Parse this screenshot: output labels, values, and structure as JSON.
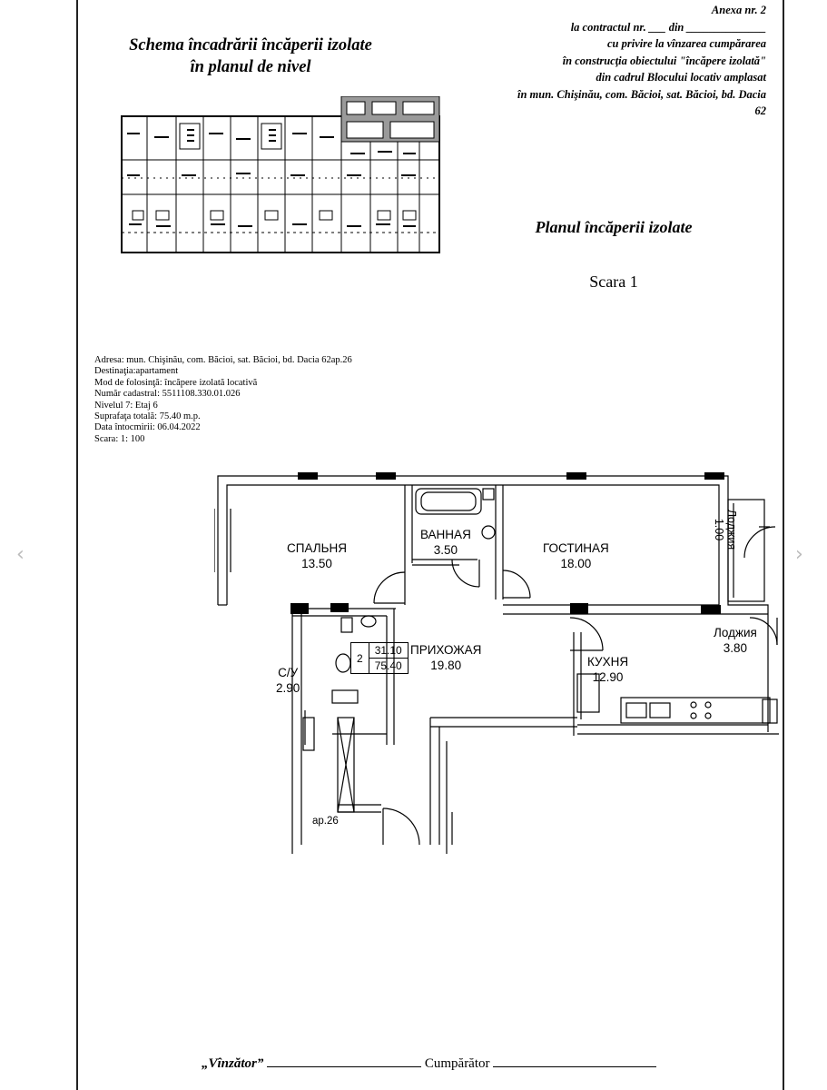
{
  "viewer": {
    "prev_icon": "chevron-left-icon",
    "next_icon": "chevron-right-icon"
  },
  "annex": {
    "number": "Anexa nr. 2",
    "contract": "la contractul nr. ___ din ______________",
    "regarding": "cu privire la vînzarea cumpărarea",
    "construction": "în construcţia obiectului \"încăpere izolată\"",
    "block": "din cadrul Blocului locativ amplasat",
    "location": "în mun. Chişinău, com. Băcioi, sat. Băcioi, bd. Dacia 62"
  },
  "scheme": {
    "title_line1": "Schema încadrării încăperii izolate",
    "title_line2": "în planul de nivel"
  },
  "plan": {
    "title": "Planul încăperii izolate",
    "scale": "Scara 1"
  },
  "info": {
    "address": "Adresa: mun. Chişinău, com. Băcioi, sat. Băcioi, bd. Dacia 62ap.26",
    "purpose": "Destinaţia:apartament",
    "usage": "Mod de folosinţă: încăpere izolată locativă",
    "cadastral": "Număr cadastral: 5511108.330.01.026",
    "level": "Nivelul 7: Etaj 6",
    "total_area": "Suprafaţa totală: 75.40 m.p.",
    "date": "Data întocmirii: 06.04.2022",
    "scale": "Scara: 1: 100"
  },
  "rooms": {
    "bedroom": {
      "name": "СПАЛЬНЯ",
      "area": "13.50"
    },
    "bathroom": {
      "name": "ВАННАЯ",
      "area": "3.50"
    },
    "living": {
      "name": "ГОСТИНАЯ",
      "area": "18.00"
    },
    "loggia_top": {
      "name": "Лоджия",
      "area": "1.00"
    },
    "hall": {
      "name": "ПРИХОЖАЯ",
      "area": "19.80"
    },
    "kitchen": {
      "name": "КУХНЯ",
      "area": "12.90"
    },
    "loggia_side": {
      "name": "Лоджия",
      "area": "3.80"
    },
    "wc": {
      "name": "С/У",
      "area": "2.90"
    }
  },
  "stats": {
    "rooms_count": "2",
    "living_area": "31.10",
    "total_area": "75.40"
  },
  "apartment_ref": "ap.26",
  "signatures": {
    "seller": "„Vînzător”",
    "buyer": "Cumpărător"
  }
}
